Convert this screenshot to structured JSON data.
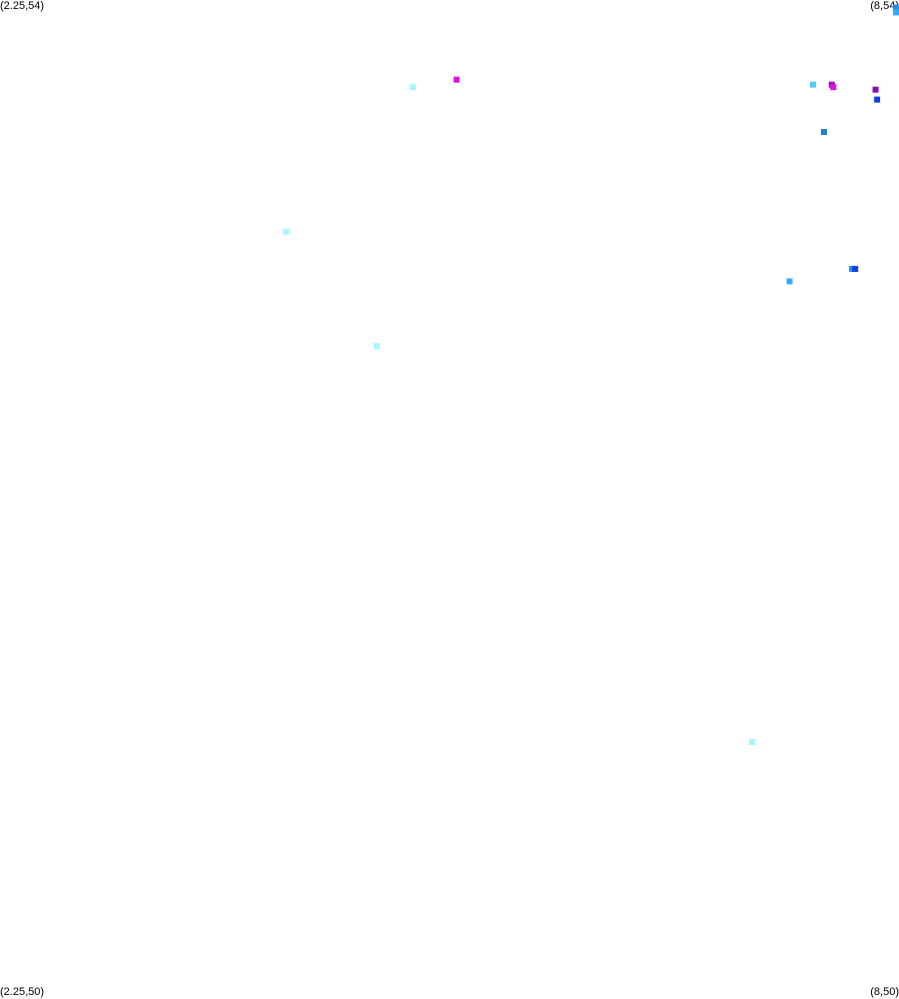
{
  "corners": {
    "top_left": "(2.25,54)",
    "top_right": "(8,54)",
    "bottom_left": "(2.25,50)",
    "bottom_right": "(8,50)"
  },
  "chart_data": {
    "type": "scatter",
    "xlim": [
      2.25,
      8
    ],
    "ylim": [
      50,
      54
    ],
    "marker": "square",
    "points": [
      {
        "x": 7.98,
        "y": 53.97,
        "color": "#1f8fe0"
      },
      {
        "x": 7.99,
        "y": 53.95,
        "color": "#33aaff"
      },
      {
        "x": 5.17,
        "y": 53.68,
        "color": "#e010e0"
      },
      {
        "x": 4.89,
        "y": 53.65,
        "color": "#a8f4ff"
      },
      {
        "x": 7.45,
        "y": 53.66,
        "color": "#55ccff"
      },
      {
        "x": 7.57,
        "y": 53.66,
        "color": "#9b0cc8"
      },
      {
        "x": 7.58,
        "y": 53.65,
        "color": "#e010e0"
      },
      {
        "x": 7.85,
        "y": 53.64,
        "color": "#8a0cc0"
      },
      {
        "x": 7.86,
        "y": 53.6,
        "color": "#1040e0"
      },
      {
        "x": 7.52,
        "y": 53.47,
        "color": "#1e80d0"
      },
      {
        "x": 4.08,
        "y": 53.07,
        "color": "#a8f4ff"
      },
      {
        "x": 7.7,
        "y": 52.92,
        "color": "#1f8fe0"
      },
      {
        "x": 7.72,
        "y": 52.92,
        "color": "#1040e0"
      },
      {
        "x": 7.3,
        "y": 52.87,
        "color": "#33aaff"
      },
      {
        "x": 4.66,
        "y": 52.61,
        "color": "#a8f4ff"
      },
      {
        "x": 7.06,
        "y": 51.02,
        "color": "#a8f4ff"
      }
    ]
  }
}
